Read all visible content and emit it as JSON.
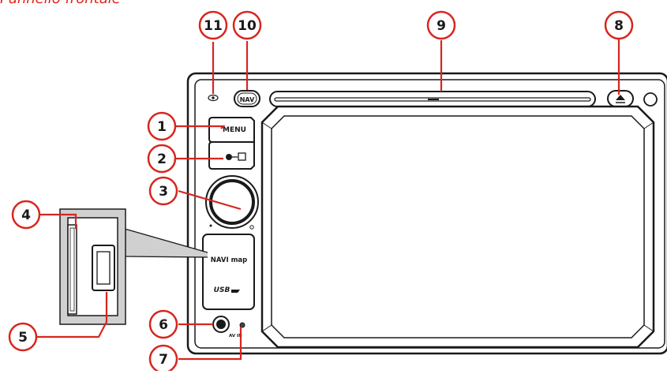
{
  "header": {
    "caption": "Pannello frontale"
  },
  "device": {
    "nav_label": "NAV",
    "menu_label": "MENU",
    "navi_map_label": "NAVI map",
    "usb_label": "USB",
    "av_in_label": "AV IN"
  },
  "callouts": [
    {
      "number": "1",
      "target": "menu-button"
    },
    {
      "number": "2",
      "target": "source-button"
    },
    {
      "number": "3",
      "target": "volume-knob"
    },
    {
      "number": "4",
      "target": "sd-card-slot"
    },
    {
      "number": "5",
      "target": "usb-port"
    },
    {
      "number": "6",
      "target": "av-in-jack"
    },
    {
      "number": "7",
      "target": "reset-hole"
    },
    {
      "number": "8",
      "target": "eject-button"
    },
    {
      "number": "9",
      "target": "disc-slot"
    },
    {
      "number": "10",
      "target": "nav-button"
    },
    {
      "number": "11",
      "target": "ir-sensor"
    }
  ],
  "colors": {
    "callout": "#d7261e",
    "outline": "#1a1a1a",
    "inset": "#d0d0d0"
  }
}
